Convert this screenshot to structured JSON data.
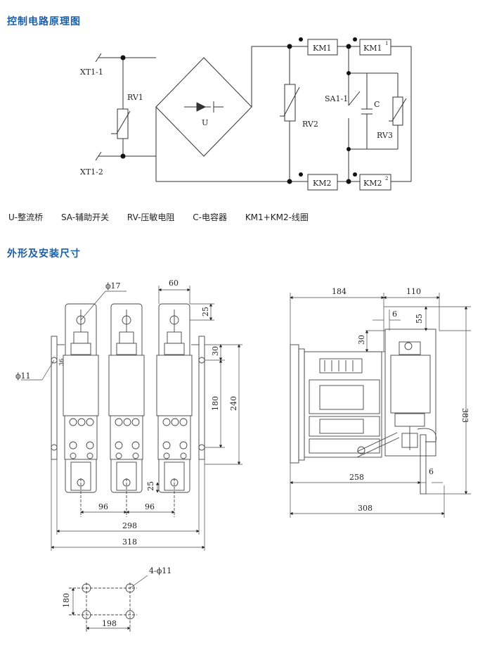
{
  "headings": {
    "circuit": "控制电路原理图",
    "dimensions": "外形及安装尺寸"
  },
  "circuit": {
    "labels": {
      "xt1_1": "XT1-1",
      "xt1_2": "XT1-2",
      "rv1": "RV1",
      "rv2": "RV2",
      "rv3": "RV3",
      "u": "U",
      "km1": "KM1",
      "km1_aux": "KM1",
      "km1_aux_sup": "1",
      "km2": "KM2",
      "km2_aux": "KM2",
      "km2_aux_sup": "2",
      "sa1_1": "SA1-1",
      "c": "C"
    }
  },
  "legend": [
    "U-整流桥",
    "SA-辅助开关",
    "RV-压敏电阻",
    "C-电容器",
    "KM1+KM2-线圈"
  ],
  "front_view": {
    "dims": {
      "phi17": "ϕ17",
      "phi11": "ϕ11",
      "w60": "60",
      "d25_top": "25",
      "d30": "30",
      "d180": "180",
      "d240": "240",
      "d36": "36",
      "d25_bottom": "25",
      "d96_left": "96",
      "d96_right": "96",
      "d298": "298",
      "d318": "318"
    }
  },
  "side_view": {
    "dims": {
      "d184": "184",
      "d110": "110",
      "d6_top": "6",
      "d55": "55",
      "d30": "30",
      "d383": "383",
      "d6_bottom": "6",
      "d258": "258",
      "d308": "308"
    }
  },
  "mounting": {
    "dims": {
      "holes": "4-ϕ11",
      "d180": "180",
      "d198": "198"
    }
  }
}
